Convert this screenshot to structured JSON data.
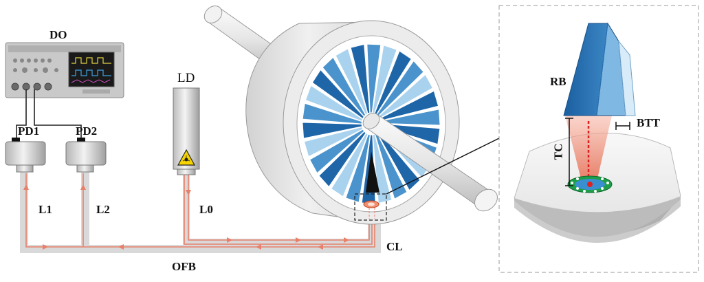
{
  "labels": {
    "do": "DO",
    "pd1": "PD1",
    "pd2": "PD2",
    "ld": "LD",
    "l1": "L1",
    "l2": "L2",
    "l0": "L0",
    "cl": "CL",
    "ofb": "OFB",
    "rb": "RB",
    "btt": "BTT",
    "tc": "TC"
  },
  "colors": {
    "fiber_band": "#d9d9d9",
    "fiber_line": "#e8806a",
    "blade_dark": "#1f66a8",
    "blade_mid": "#4a93cc",
    "blade_light": "#a9d2ee",
    "casing": "#e4e4e4",
    "laser_red": "#e02020",
    "probe_green": "#1f9e4a"
  }
}
